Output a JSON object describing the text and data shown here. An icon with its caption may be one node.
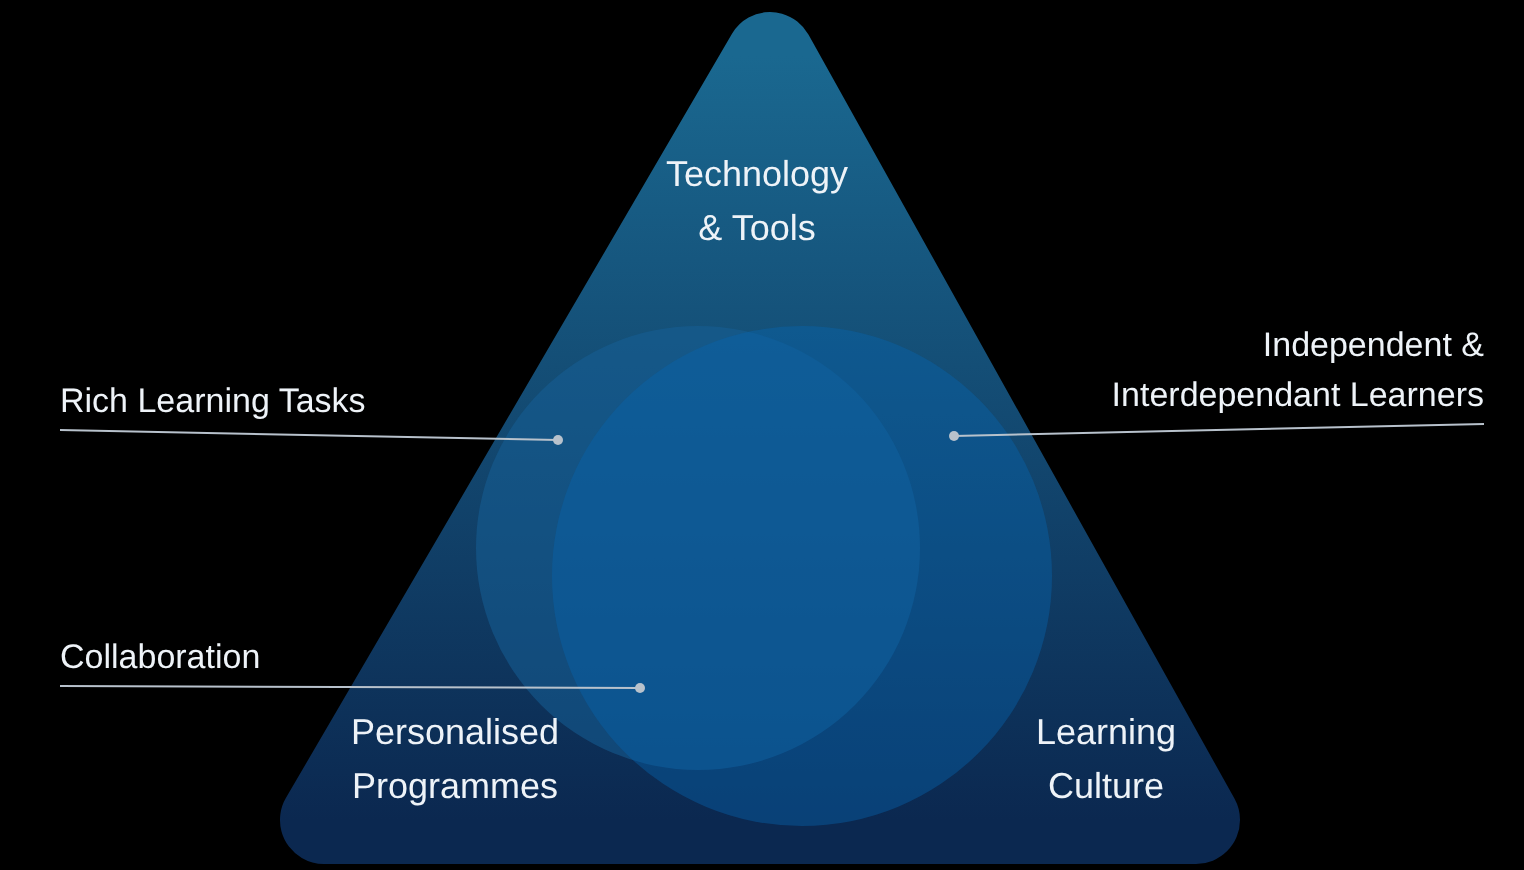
{
  "diagram": {
    "nodes": [
      {
        "text": [
          "Technology & Tools",
          "Personalised Programmes",
          "Learning Culture"
        ]
      },
      {
        "text": [],
        "shape": "circle",
        "in": 0
      },
      {
        "text": [],
        "shape": "circle",
        "in": 0
      },
      {
        "text": [
          "Rich Learning Tasks"
        ]
      },
      {
        "text": [
          "Independent & Interdependant Learners"
        ]
      },
      {
        "text": [
          "Collaboration"
        ]
      }
    ],
    "edges": [
      {
        "from": 3,
        "to": 1,
        "arrow": "other"
      },
      {
        "from": 4,
        "to": 2,
        "arrow": "other"
      },
      {
        "from": 5,
        "to": 1,
        "arrow": "other"
      }
    ]
  }
}
